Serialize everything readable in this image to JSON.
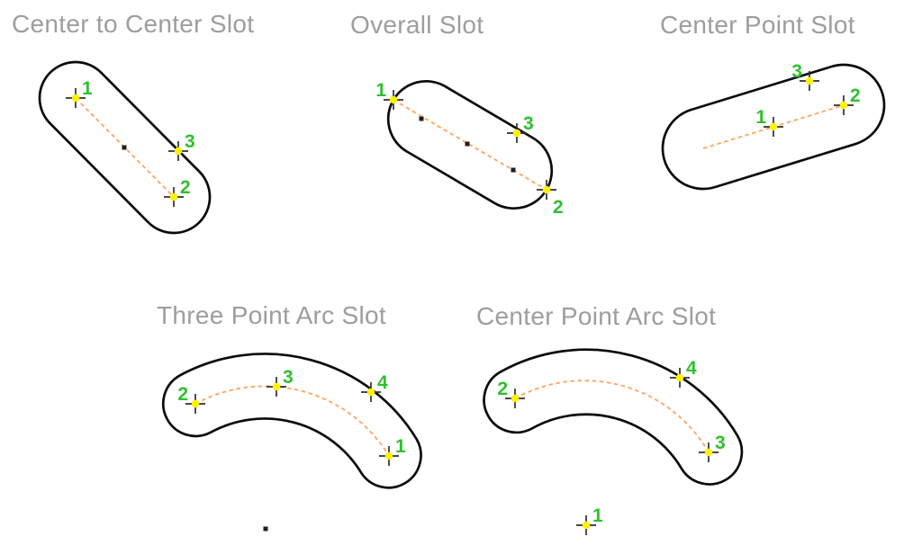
{
  "page": {
    "background": "#ffffff"
  },
  "colors": {
    "title_text": "#9d9d9d",
    "slot_outline": "#0b0b0b",
    "centerline_dash": "#ffa765",
    "marker_cross": "#2e2e2e",
    "marker_dot": "#fff200",
    "point_label": "#2fc02f",
    "point_square": "#1f1f1f"
  },
  "diagrams": [
    {
      "id": "center-to-center-slot",
      "title": "Center to Center Slot",
      "markers": [
        {
          "label": "1"
        },
        {
          "label": "2"
        },
        {
          "label": "3"
        }
      ]
    },
    {
      "id": "overall-slot",
      "title": "Overall Slot",
      "markers": [
        {
          "label": "1"
        },
        {
          "label": "2"
        },
        {
          "label": "3"
        }
      ]
    },
    {
      "id": "center-point-slot",
      "title": "Center Point Slot",
      "markers": [
        {
          "label": "1"
        },
        {
          "label": "2"
        },
        {
          "label": "3"
        }
      ]
    },
    {
      "id": "three-point-arc-slot",
      "title": "Three Point Arc Slot",
      "markers": [
        {
          "label": "1"
        },
        {
          "label": "2"
        },
        {
          "label": "3"
        },
        {
          "label": "4"
        }
      ]
    },
    {
      "id": "center-point-arc-slot",
      "title": "Center Point Arc Slot",
      "markers": [
        {
          "label": "1"
        },
        {
          "label": "2"
        },
        {
          "label": "3"
        },
        {
          "label": "4"
        }
      ]
    }
  ]
}
